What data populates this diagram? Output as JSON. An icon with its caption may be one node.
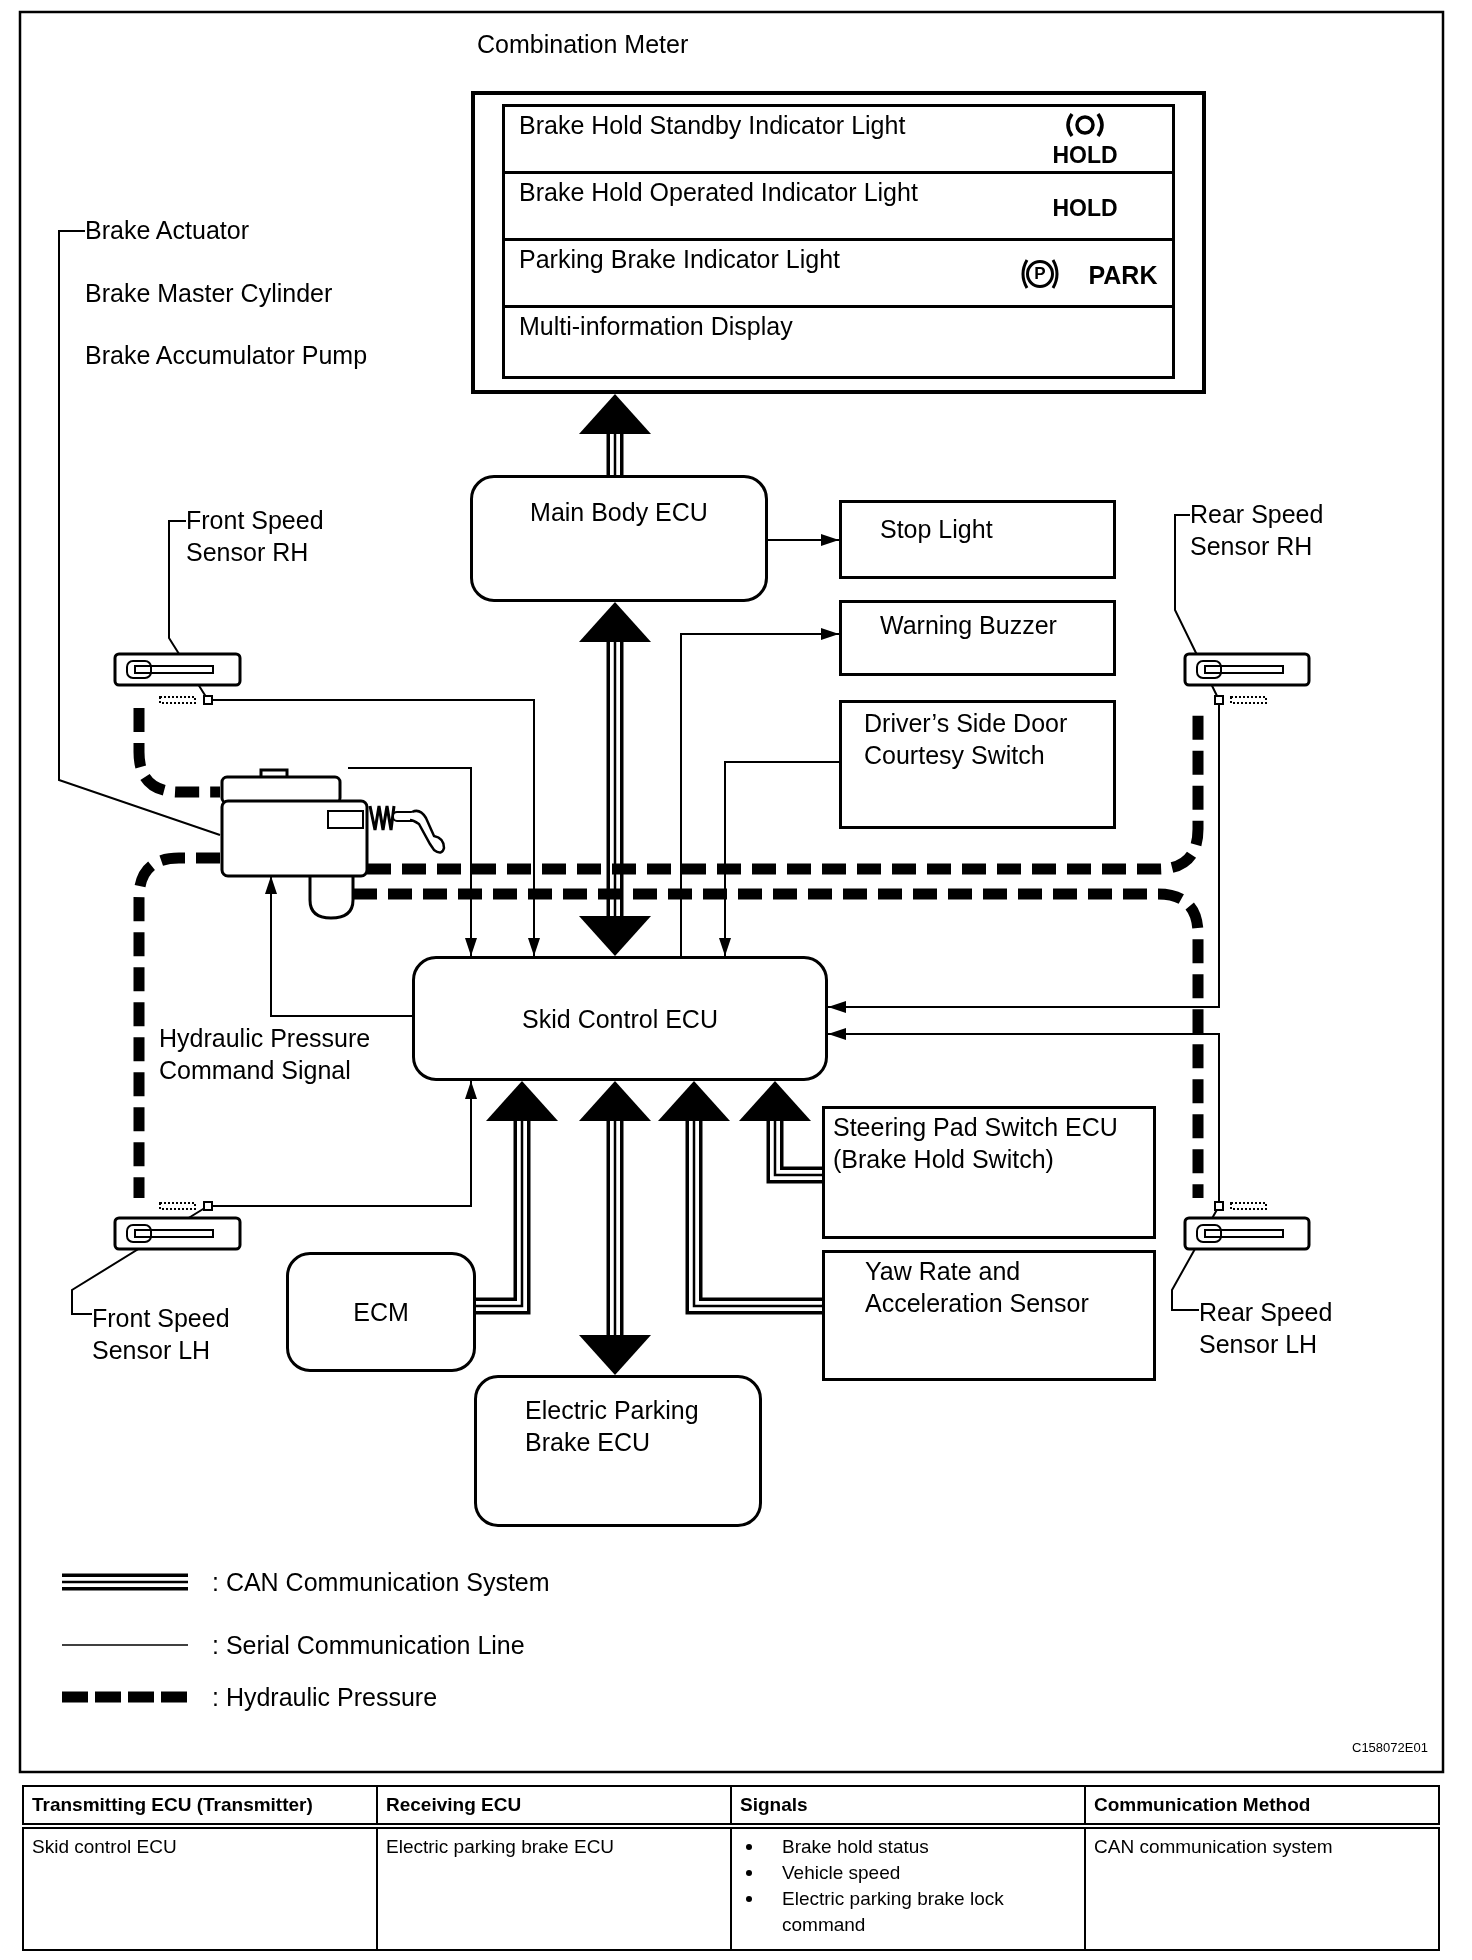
{
  "diagram": {
    "nodes": [
      {
        "text": [
          "Combination Meter"
        ]
      },
      {
        "text": [
          "Brake Hold Standby Indicator Light",
          "HOLD"
        ],
        "in": 0
      },
      {
        "text": [
          "Brake Hold Operated Indicator Light",
          "HOLD"
        ],
        "in": 0
      },
      {
        "text": [
          "Parking Brake Indicator Light",
          "P",
          "PARK"
        ],
        "in": 0
      },
      {
        "text": [
          "Multi-information Display"
        ],
        "in": 0
      },
      {
        "text": [
          "Brake Actuator",
          "Brake Master Cylinder",
          "Brake Accumulator Pump"
        ]
      },
      {
        "text": [],
        "shape": "picture"
      },
      {
        "text": [
          "Front Speed Sensor RH"
        ]
      },
      {
        "text": [],
        "shape": "picture"
      },
      {
        "text": [
          "Rear Speed Sensor RH"
        ]
      },
      {
        "text": [],
        "shape": "picture"
      },
      {
        "text": [
          "Front Speed Sensor LH"
        ]
      },
      {
        "text": [],
        "shape": "picture"
      },
      {
        "text": [
          "Rear Speed Sensor LH"
        ]
      },
      {
        "text": [],
        "shape": "picture"
      },
      {
        "text": [
          "Main Body ECU"
        ]
      },
      {
        "text": [
          "Stop Light"
        ]
      },
      {
        "text": [
          "Warning Buzzer"
        ]
      },
      {
        "text": [
          "Driver’s Side Door Courtesy Switch"
        ]
      },
      {
        "text": [
          "Skid Control ECU"
        ]
      },
      {
        "text": [
          "Steering Pad Switch ECU (Brake Hold Switch)"
        ]
      },
      {
        "text": [
          "ECM"
        ]
      },
      {
        "text": [
          "Yaw Rate and Acceleration Sensor"
        ]
      },
      {
        "text": [
          "Electric Parking Brake ECU"
        ]
      }
    ],
    "edges": [
      {
        "from": 15,
        "to": 0,
        "arrow": "to",
        "style": "thick"
      },
      {
        "from": 15,
        "to": 16,
        "arrow": "to"
      },
      {
        "from": 15,
        "to": 19,
        "arrow": "both",
        "style": "thick"
      },
      {
        "from": 19,
        "to": 17,
        "arrow": "to"
      },
      {
        "from": 18,
        "to": 19,
        "arrow": "to"
      },
      {
        "from": 6,
        "to": 19,
        "arrow": "to"
      },
      {
        "from": 8,
        "to": 19,
        "arrow": "to"
      },
      {
        "from": 19,
        "to": 6,
        "arrow": "to",
        "label": "Hydraulic Pressure Command Signal"
      },
      {
        "from": 12,
        "to": 19,
        "arrow": "to"
      },
      {
        "from": 10,
        "to": 19,
        "arrow": "to"
      },
      {
        "from": 14,
        "to": 19,
        "arrow": "to"
      },
      {
        "from": 21,
        "to": 19,
        "arrow": "to",
        "style": "thick"
      },
      {
        "from": 19,
        "to": 23,
        "arrow": "both",
        "style": "thick"
      },
      {
        "from": 22,
        "to": 19,
        "arrow": "to",
        "style": "thick"
      },
      {
        "from": 20,
        "to": 19,
        "arrow": "to",
        "style": "thick"
      },
      {
        "from": 8,
        "to": 6,
        "arrow": "none",
        "style": "dashed"
      },
      {
        "from": 6,
        "to": 12,
        "arrow": "none",
        "style": "dashed"
      },
      {
        "from": 6,
        "to": 10,
        "arrow": "none",
        "style": "dashed"
      },
      {
        "from": 6,
        "to": 14,
        "arrow": "none",
        "style": "dashed"
      },
      {
        "from": 5,
        "to": 6,
        "arrow": "none"
      },
      {
        "from": 7,
        "to": 8,
        "arrow": "none"
      },
      {
        "from": 9,
        "to": 10,
        "arrow": "none"
      },
      {
        "from": 11,
        "to": 12,
        "arrow": "none"
      },
      {
        "from": 13,
        "to": 14,
        "arrow": "none"
      }
    ],
    "labels": [
      "C158072E01",
      "Transmitting ECU (Transmitter)",
      "Receiving ECU",
      "Signals",
      "Communication Method",
      "Skid control ECU",
      "Electric parking brake ECU",
      "Brake hold status",
      "Vehicle speed",
      "Electric parking brake lock command",
      "CAN communication system"
    ],
    "legend": [
      {
        "text": ": CAN Communication System"
      },
      {
        "text": ": Serial Communication Line"
      },
      {
        "text": ": Hydraulic Pressure"
      }
    ]
  }
}
